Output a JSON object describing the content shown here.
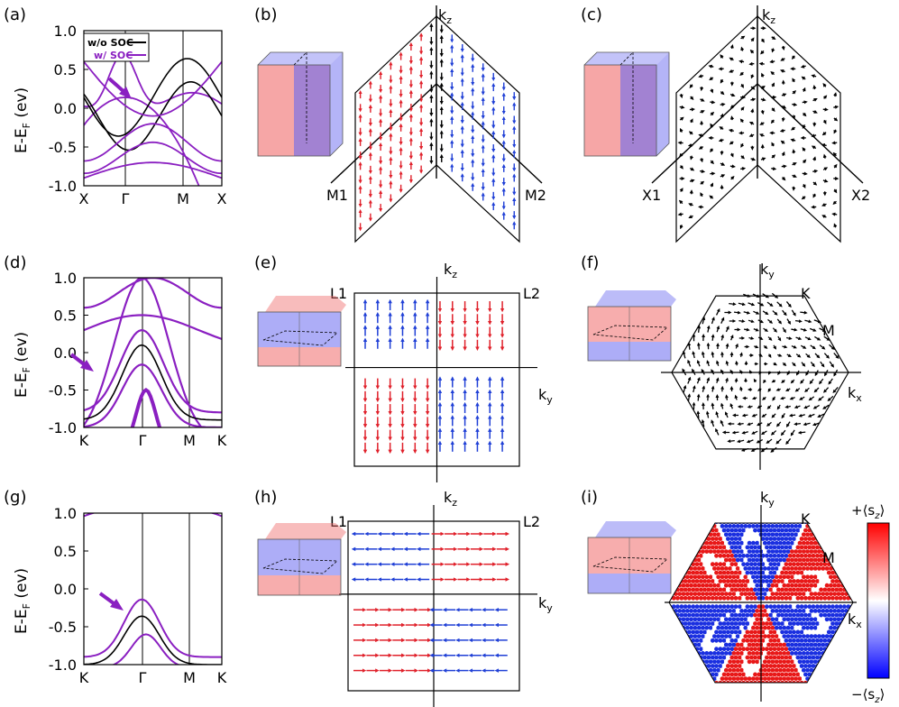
{
  "panel_labels": [
    "(a)",
    "(b)",
    "(c)",
    "(d)",
    "(e)",
    "(f)",
    "(g)",
    "(h)",
    "(i)"
  ],
  "band_plot": {
    "y_ticks": [
      "1.0",
      "0.5",
      "0.0",
      "-0.5",
      "-1.0"
    ],
    "ylabel": "E-E",
    "ylabel_sub": "F",
    "ylabel_unit": " (ev)",
    "xticks_top": [
      "X",
      "Γ",
      "M",
      "X"
    ],
    "xticks_hex": [
      "K",
      "Γ",
      "M",
      "K"
    ],
    "legend": [
      {
        "label": "w/o SOC",
        "color": "#000000"
      },
      {
        "label": "w/ SOC",
        "color": "#8a1fc1"
      }
    ]
  },
  "axes": {
    "kz": "k",
    "kz_sub": "z",
    "ky": "k",
    "ky_sub": "y",
    "kx": "k",
    "kx_sub": "x",
    "M1": "M1",
    "M2": "M2",
    "X1": "X1",
    "X2": "X2",
    "L1": "L1",
    "L2": "L2",
    "K": "K",
    "M": "M"
  },
  "colorbar": {
    "top": "+⟨s",
    "top_sub": "z",
    "top_end": "⟩",
    "bottom": "−⟨s",
    "bottom_sub": "z",
    "bottom_end": "⟩"
  },
  "colors": {
    "red": "#e0202a",
    "blue": "#1f3fd6",
    "purple": "#8a1fc1",
    "arrow": "#8a1fc1"
  }
}
